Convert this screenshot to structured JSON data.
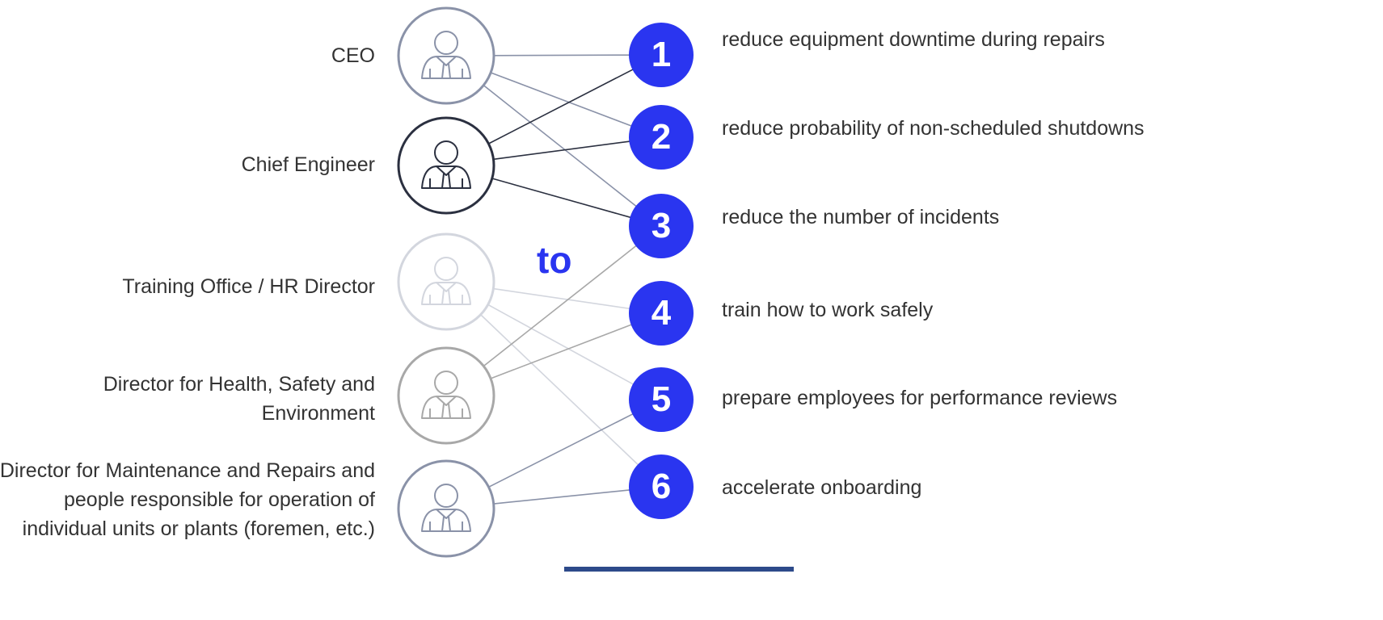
{
  "roles": [
    {
      "label": "CEO",
      "color": "#8a92a8",
      "icon": "person-icon"
    },
    {
      "label": "Chief Engineer",
      "color": "#2b3040",
      "icon": "person-icon"
    },
    {
      "label": "Training Office / HR Director",
      "color": "#d3d6de",
      "icon": "person-icon"
    },
    {
      "label": "Director for Health, Safety and Environment",
      "color": "#a8a8a8",
      "icon": "person-icon"
    },
    {
      "label": "Director for Maintenance and Repairs and people responsible for operation of individual units or plants (foremen, etc.)",
      "color": "#8a92a8",
      "icon": "person-icon"
    }
  ],
  "goals": [
    {
      "number": "1",
      "label": "reduce equipment downtime during repairs"
    },
    {
      "number": "2",
      "label": "reduce probability of non-scheduled shutdowns"
    },
    {
      "number": "3",
      "label": "reduce the number of incidents"
    },
    {
      "number": "4",
      "label": "train how to work safely"
    },
    {
      "number": "5",
      "label": "prepare employees for performance reviews"
    },
    {
      "number": "6",
      "label": "accelerate onboarding"
    }
  ],
  "connections": [
    {
      "role": 0,
      "goal": 0
    },
    {
      "role": 0,
      "goal": 1
    },
    {
      "role": 0,
      "goal": 2
    },
    {
      "role": 1,
      "goal": 0
    },
    {
      "role": 1,
      "goal": 1
    },
    {
      "role": 1,
      "goal": 2
    },
    {
      "role": 2,
      "goal": 3
    },
    {
      "role": 2,
      "goal": 4
    },
    {
      "role": 2,
      "goal": 5
    },
    {
      "role": 3,
      "goal": 2
    },
    {
      "role": 3,
      "goal": 3
    },
    {
      "role": 4,
      "goal": 4
    },
    {
      "role": 4,
      "goal": 5
    }
  ],
  "connector_word": "to",
  "colors": {
    "accent": "#2a35f0",
    "text": "#333333",
    "bar": "#2d4a8a"
  }
}
